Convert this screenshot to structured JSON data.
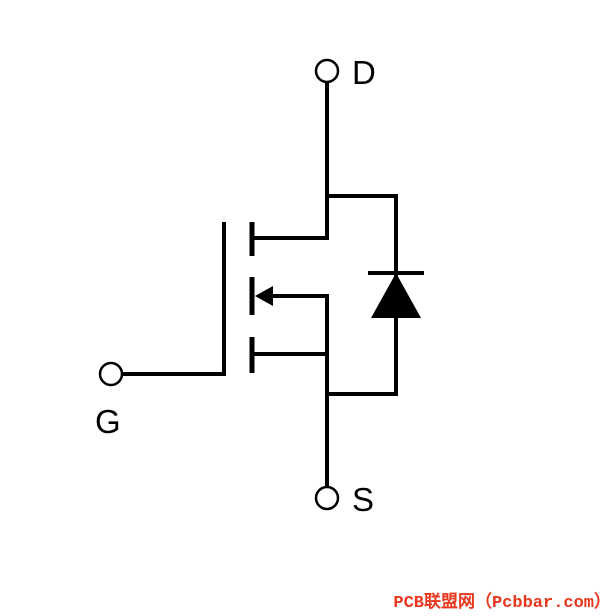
{
  "labels": {
    "drain": "D",
    "gate": "G",
    "source": "S"
  },
  "watermark": {
    "text": "PCB联盟网（Pcbbar.com）",
    "color": "#e8371f"
  },
  "colors": {
    "line": "#000000",
    "background": "#ffffff"
  }
}
